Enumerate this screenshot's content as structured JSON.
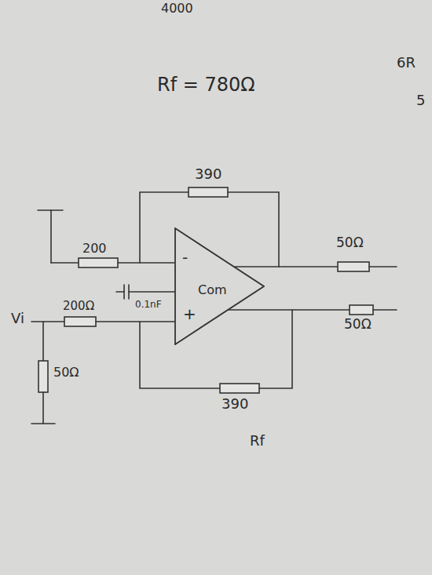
{
  "diagram": {
    "nodes": [
      {
        "text": [
          "-",
          "Com",
          "+"
        ]
      }
    ],
    "labels": [
      "4000",
      "6R",
      "Rf = 780Ω",
      "5",
      "390",
      "200",
      "50Ω",
      "0.1nF",
      "Vi",
      "200Ω",
      "50Ω",
      "50Ω",
      "390",
      "Rf"
    ]
  }
}
